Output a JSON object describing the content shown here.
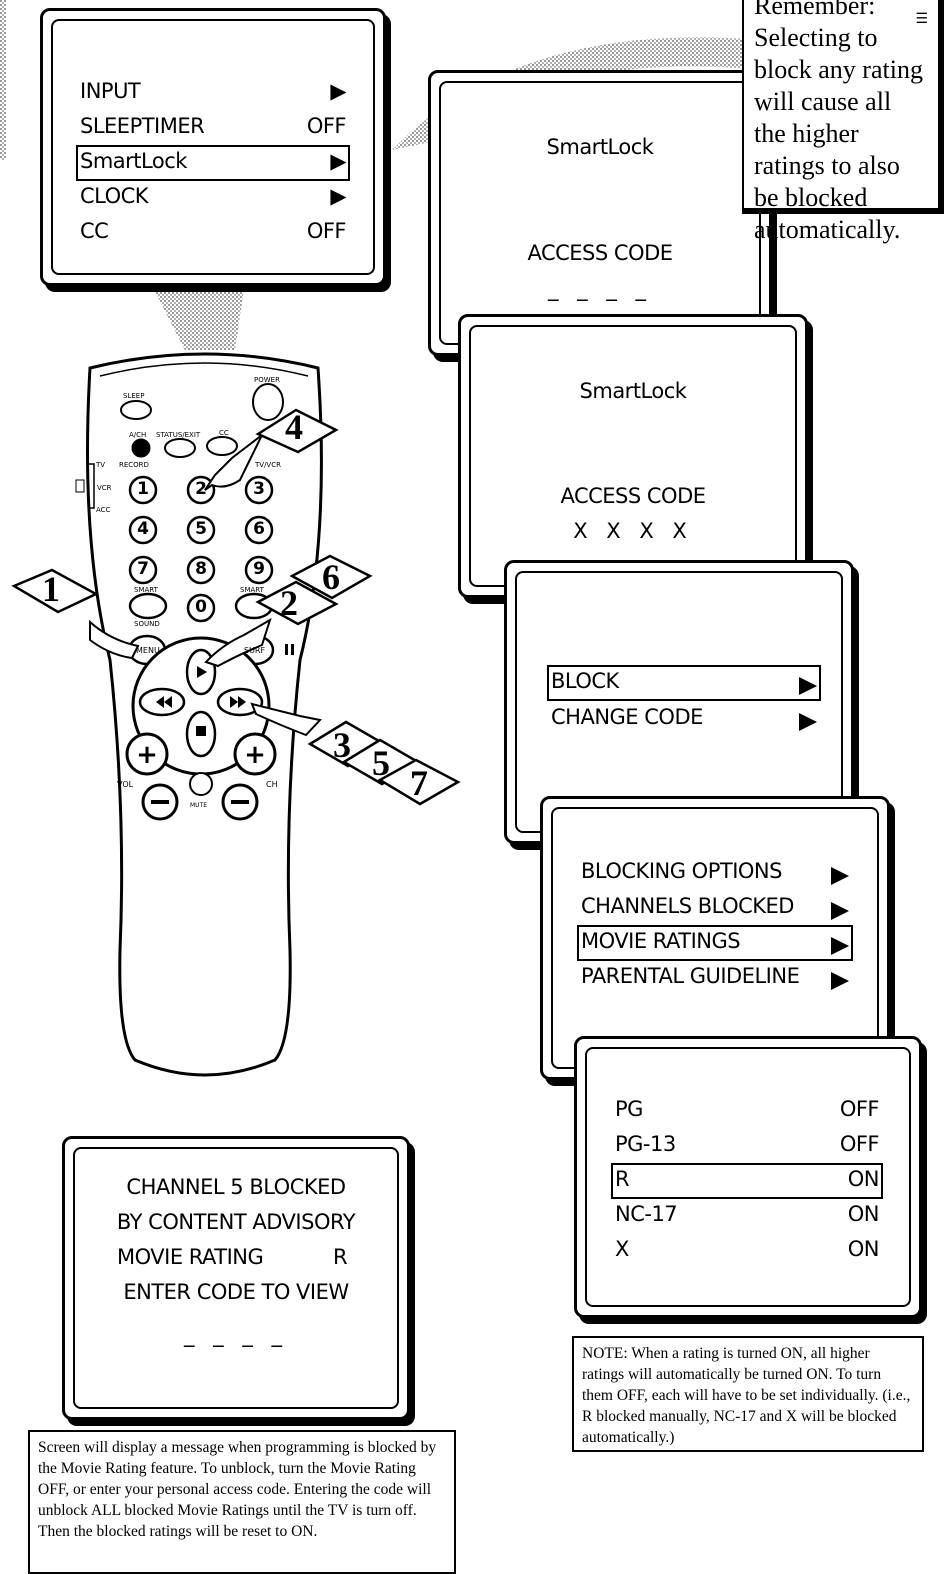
{
  "menu": {
    "items": [
      {
        "label": "INPUT",
        "value": "▶"
      },
      {
        "label": "SLEEPTIMER",
        "value": "OFF"
      },
      {
        "label": "SmartLock",
        "value": "▶"
      },
      {
        "label": "CLOCK",
        "value": "▶"
      },
      {
        "label": "CC",
        "value": "OFF"
      }
    ]
  },
  "screen_access1": {
    "title": "SmartLock",
    "label": "ACCESS CODE",
    "code": "_ _ _ _"
  },
  "screen_access2": {
    "title": "SmartLock",
    "label": "ACCESS CODE",
    "code": "X X X X"
  },
  "screen_block": {
    "items": [
      {
        "label": "BLOCK"
      },
      {
        "label": "CHANGE CODE"
      }
    ]
  },
  "screen_options": {
    "items": [
      {
        "label": "BLOCKING OPTIONS"
      },
      {
        "label": "CHANNELS BLOCKED"
      },
      {
        "label": "MOVIE RATINGS"
      },
      {
        "label": "PARENTAL GUIDELINE"
      }
    ]
  },
  "screen_ratings": {
    "items": [
      {
        "label": "PG",
        "value": "OFF"
      },
      {
        "label": "PG-13",
        "value": "OFF"
      },
      {
        "label": "R",
        "value": "ON"
      },
      {
        "label": "NC-17",
        "value": "ON"
      },
      {
        "label": "X",
        "value": "ON"
      }
    ]
  },
  "screen_blocked": {
    "line1": "CHANNEL 5 BLOCKED",
    "line2": "BY CONTENT ADVISORY",
    "line3_label": "MOVIE RATING",
    "line3_value": "R",
    "line4": "ENTER CODE TO VIEW",
    "code": "_ _ _ _"
  },
  "remember": {
    "title": "Remember:",
    "text": "Selecting to block any rating will cause all the higher ratings to also be blocked automatically."
  },
  "note_ratings": "NOTE: When a rating is turned ON, all higher ratings will automatically be turned ON. To turn them OFF, each will have to be set individually. (i.e., R blocked manually, NC-17 and X will be blocked automatically.)",
  "note_blocked": "Screen will display a message when programming is blocked by the Movie Rating feature. To unblock, turn the Movie Rating OFF, or enter your personal access code. Entering the code will unblock ALL blocked Movie Ratings until the TV is turn off. Then the blocked ratings will be reset to ON.",
  "remote": {
    "sleep": "SLEEP",
    "power": "POWER",
    "ach": "A/CH",
    "status_exit": "STATUS/EXIT",
    "cc": "CC",
    "record": "RECORD",
    "tv": "TV",
    "vcr": "VCR",
    "acc": "ACC",
    "tvvcr": "TV/VCR",
    "digits": [
      "1",
      "2",
      "3",
      "4",
      "5",
      "6",
      "7",
      "8",
      "9",
      "0"
    ],
    "smart_sound": "SMART",
    "sound": "SOUND",
    "smart_pic": "SMART",
    "menu": "MENU",
    "surf": "SURF",
    "vol": "VOL",
    "ch": "CH",
    "mute": "MUTE"
  },
  "steps": [
    "1",
    "2",
    "3",
    "4",
    "5",
    "6",
    "7"
  ]
}
